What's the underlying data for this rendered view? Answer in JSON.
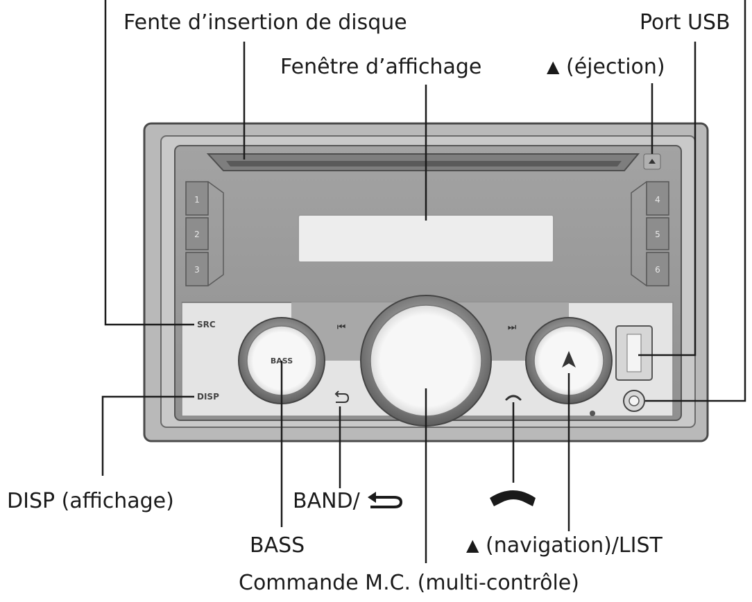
{
  "labels": {
    "disc_slot": "Fente d’insertion de disque",
    "usb_port": "Port USB",
    "display_window": "Fenêtre d’affichage",
    "eject": "(éjection)",
    "disp": "DISP (affichage)",
    "band": "BAND/",
    "bass": "BASS",
    "navigation": "(navigation)/LIST",
    "mc_control": "Commande M.C. (multi-contrôle)"
  },
  "unit": {
    "preset_left": [
      "1",
      "2",
      "3"
    ],
    "preset_right": [
      "4",
      "5",
      "6"
    ],
    "src": "SRC",
    "disp": "DISP",
    "bass_knob": "BASS",
    "prev_track": "⏮",
    "next_track": "⏭"
  },
  "colors": {
    "housing": "#b8b8b8",
    "bezel": "#7a7a7a",
    "panel": "#9c9c9c",
    "panel_lower": "#a8a8a8",
    "display": "#ececec",
    "knob_ring": "#6f6f6f",
    "lines": "#1a1a1a"
  }
}
